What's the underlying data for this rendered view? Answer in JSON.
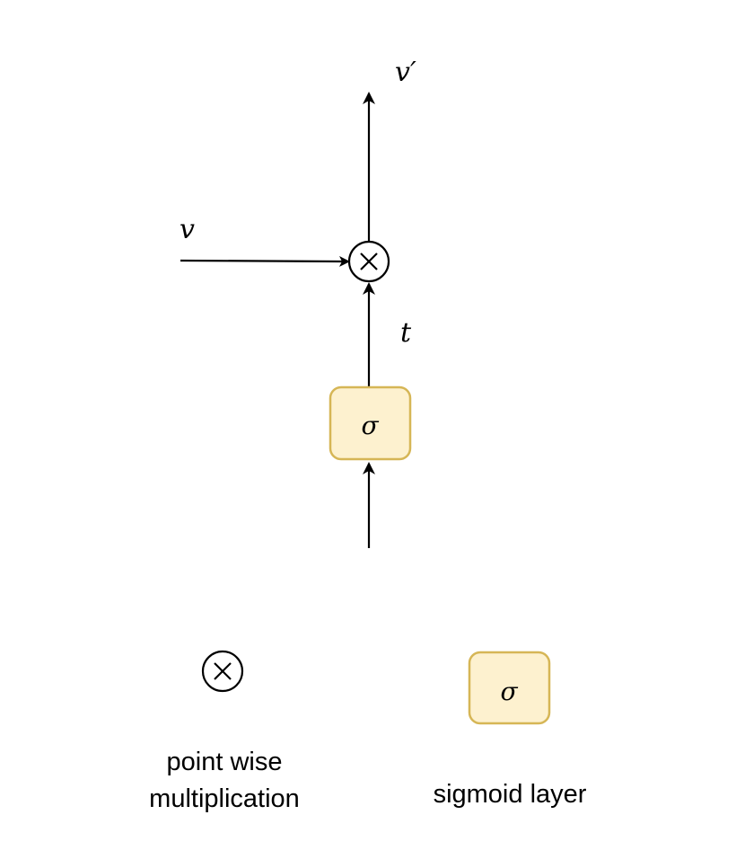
{
  "diagram": {
    "type": "gating-unit",
    "nodes": {
      "multiply": {
        "symbol": "×",
        "meaning": "point wise multiplication"
      },
      "sigmoid": {
        "symbol": "σ",
        "meaning": "sigmoid layer",
        "fill": "#fdf1cf",
        "stroke": "#d6b656"
      }
    },
    "labels": {
      "input_v": "v",
      "output_v_prime": "v′",
      "gate_t": "t"
    },
    "edges": [
      {
        "from": "input_v",
        "to": "multiply"
      },
      {
        "from": "sigmoid",
        "to": "multiply",
        "label": "t"
      },
      {
        "from": "multiply",
        "to": "output_v_prime"
      },
      {
        "from": "input",
        "to": "sigmoid"
      }
    ]
  },
  "legend": {
    "multiply_symbol": "×",
    "multiply_line1": "point wise",
    "multiply_line2": "multiplication",
    "sigmoid_symbol": "σ",
    "sigmoid_label": "sigmoid layer"
  }
}
